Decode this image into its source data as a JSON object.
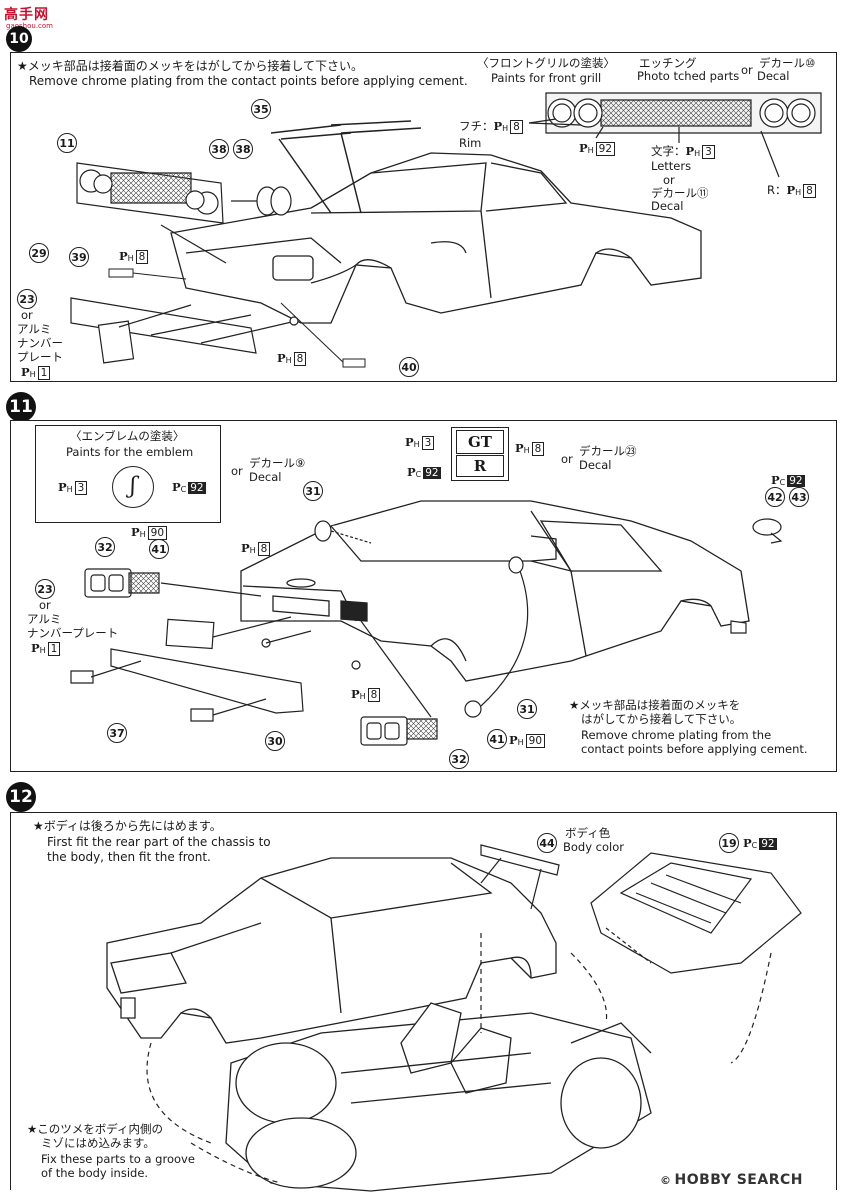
{
  "header": {
    "site_logo": "高手网",
    "site_domain": "gaoshou.com"
  },
  "step10": {
    "note_jp": "★メッキ部品は接着面のメッキをはがしてから接着して下さい。",
    "note_en": "Remove chrome plating from the contact points before applying cement.",
    "grill_paint_jp": "〈フロントグリルの塗装〉",
    "grill_paint_en": "Paints for front grill",
    "etching_jp": "エッチング",
    "etching_en": "Photo tched parts",
    "or1": "or",
    "decal_jp": "デカール",
    "decal_num": "⑩",
    "decal_en": "Decal",
    "rim_jp": "フチ：",
    "rim_en": "Rim",
    "rim_code": "8",
    "grill_code": "92",
    "letters_jp": "文字：",
    "letters_code": "3",
    "letters_en": "Letters",
    "or2": "or",
    "decal2_jp": "デカール",
    "decal2_num": "⑪",
    "decal2_en": "Decal",
    "r_label": "R：",
    "r_code": "8",
    "parts": [
      "11",
      "38",
      "38",
      "35",
      "29",
      "39",
      "23",
      "40"
    ],
    "ph8_a": "8",
    "ph8_b": "8",
    "or3": "or",
    "alumi": "アルミ",
    "number_plate_a": "ナンバー",
    "number_plate_b": "プレート",
    "ph1": "1"
  },
  "step11": {
    "step_no": "11",
    "emblem_jp": "〈エンブレムの塗装〉",
    "emblem_en": "Paints for the emblem",
    "emblem_ph": "3",
    "emblem_pc": "92",
    "or_decal_jp": "デカール",
    "decal_num": "⑨",
    "decal_en": "Decal",
    "or": "or",
    "gt_ph": "3",
    "gt_label": "GT",
    "r_label": "R",
    "gt_ph8": "8",
    "gt_pc": "92",
    "or2": "or",
    "decal2_jp": "デカール",
    "decal2_num": "㉓",
    "decal2_en": "Decal",
    "pc92_mirror": "92",
    "parts": [
      "31",
      "32",
      "41",
      "23",
      "42",
      "43",
      "37",
      "30",
      "31",
      "41",
      "32"
    ],
    "ph90_a": "90",
    "ph90_b": "90",
    "ph8_a": "8",
    "ph8_b": "8",
    "or3": "or",
    "alumi_plate": "アルミ",
    "number_plate": "ナンバープレート",
    "ph1": "1",
    "note_jp_1": "★メッキ部品は接着面のメッキを",
    "note_jp_2": "はがしてから接着して下さい。",
    "note_en_1": "Remove chrome plating from the",
    "note_en_2": "contact points before applying cement."
  },
  "step12": {
    "step_no": "12",
    "note_jp": "★ボディは後ろから先にはめます。",
    "note_en_1": "First fit the rear part of the chassis to",
    "note_en_2": "the body, then fit the front.",
    "part44": "44",
    "body_color_jp": "ボディ色",
    "body_color_en": "Body color",
    "part19": "19",
    "part19_pc": "92",
    "tab_jp_1": "★このツメをボディ内側の",
    "tab_jp_2": "ミゾにはめ込みます。",
    "tab_en_1": "Fix these parts to a groove",
    "tab_en_2": "of the body inside."
  },
  "watermark": {
    "brand": "HOBBY SEARCH",
    "copyright": "©"
  }
}
